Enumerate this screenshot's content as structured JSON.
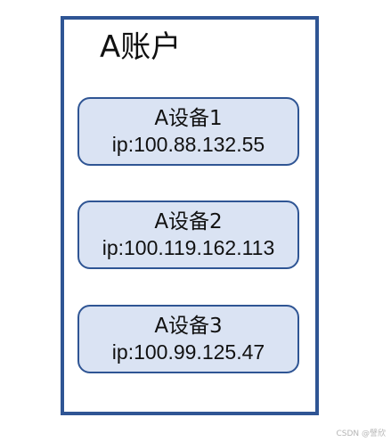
{
  "account": {
    "title": "A账户"
  },
  "devices": [
    {
      "name": "A设备1",
      "ip": "ip:100.88.132.55"
    },
    {
      "name": "A设备2",
      "ip": "ip:100.119.162.113"
    },
    {
      "name": "A设备3",
      "ip": "ip:100.99.125.47"
    }
  ],
  "watermark": "CSDN @譬欣",
  "colors": {
    "frame_border": "#2f5594",
    "device_fill": "#dae3f3",
    "device_border": "#2f5594"
  }
}
